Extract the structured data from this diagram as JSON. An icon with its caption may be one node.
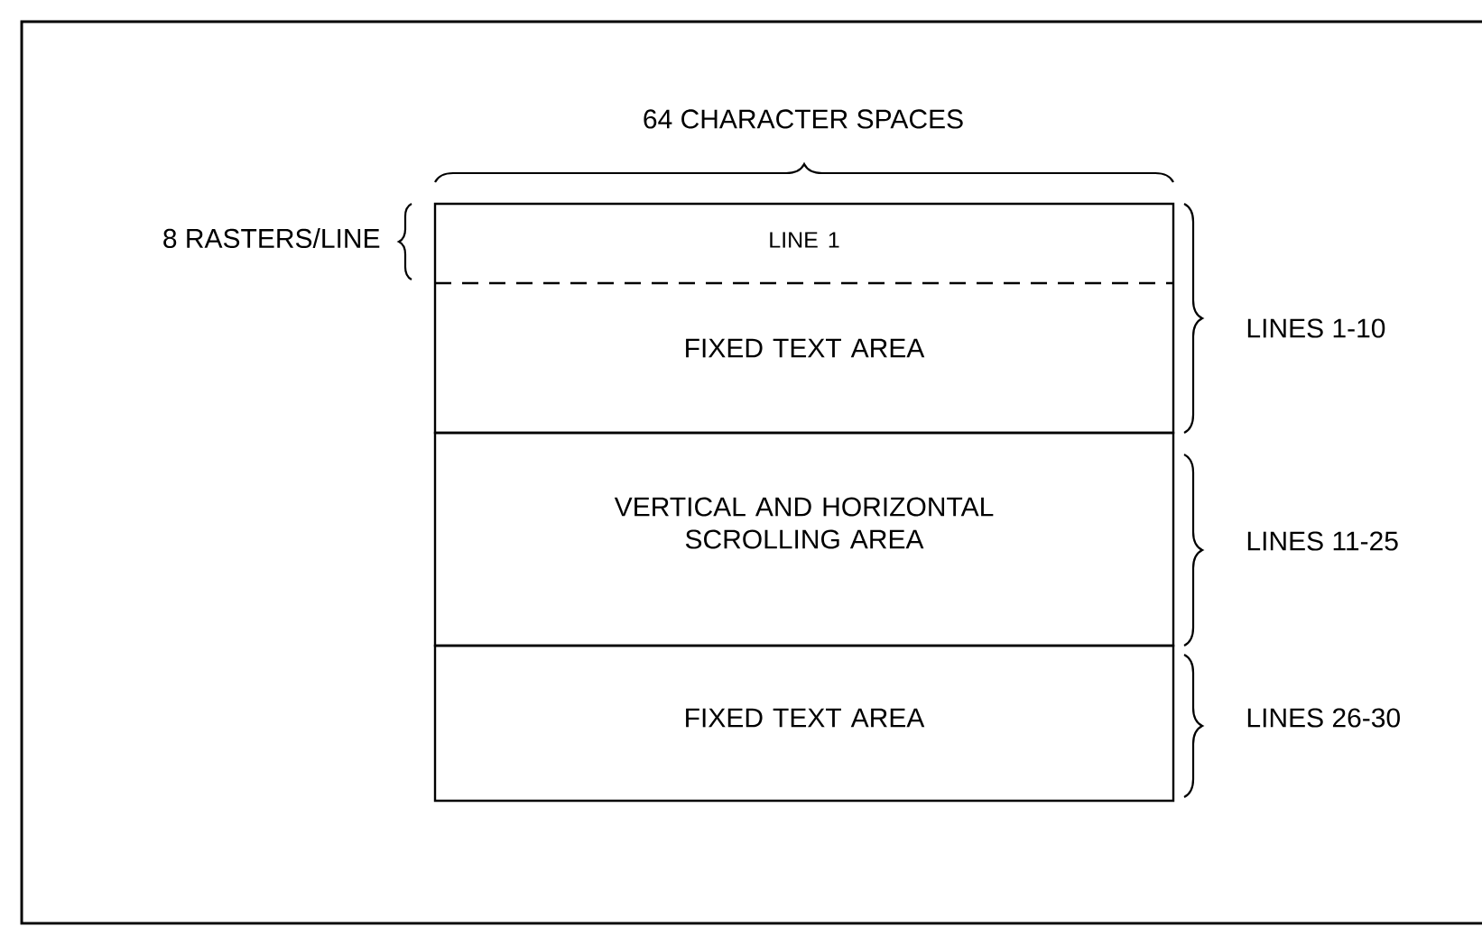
{
  "diagram": {
    "nodes": [
      {
        "text": [
          "LINE 1",
          "FIXED TEXT AREA"
        ]
      },
      {
        "text": [
          "VERTICAL AND HORIZONTAL SCROLLING AREA"
        ]
      },
      {
        "text": [
          "FIXED TEXT AREA"
        ]
      }
    ],
    "labels": [
      "64 CHARACTER SPACES",
      "8 RASTERS/LINE",
      "LINES 1-10",
      "LINES 11-25",
      "LINES 26-30"
    ]
  }
}
